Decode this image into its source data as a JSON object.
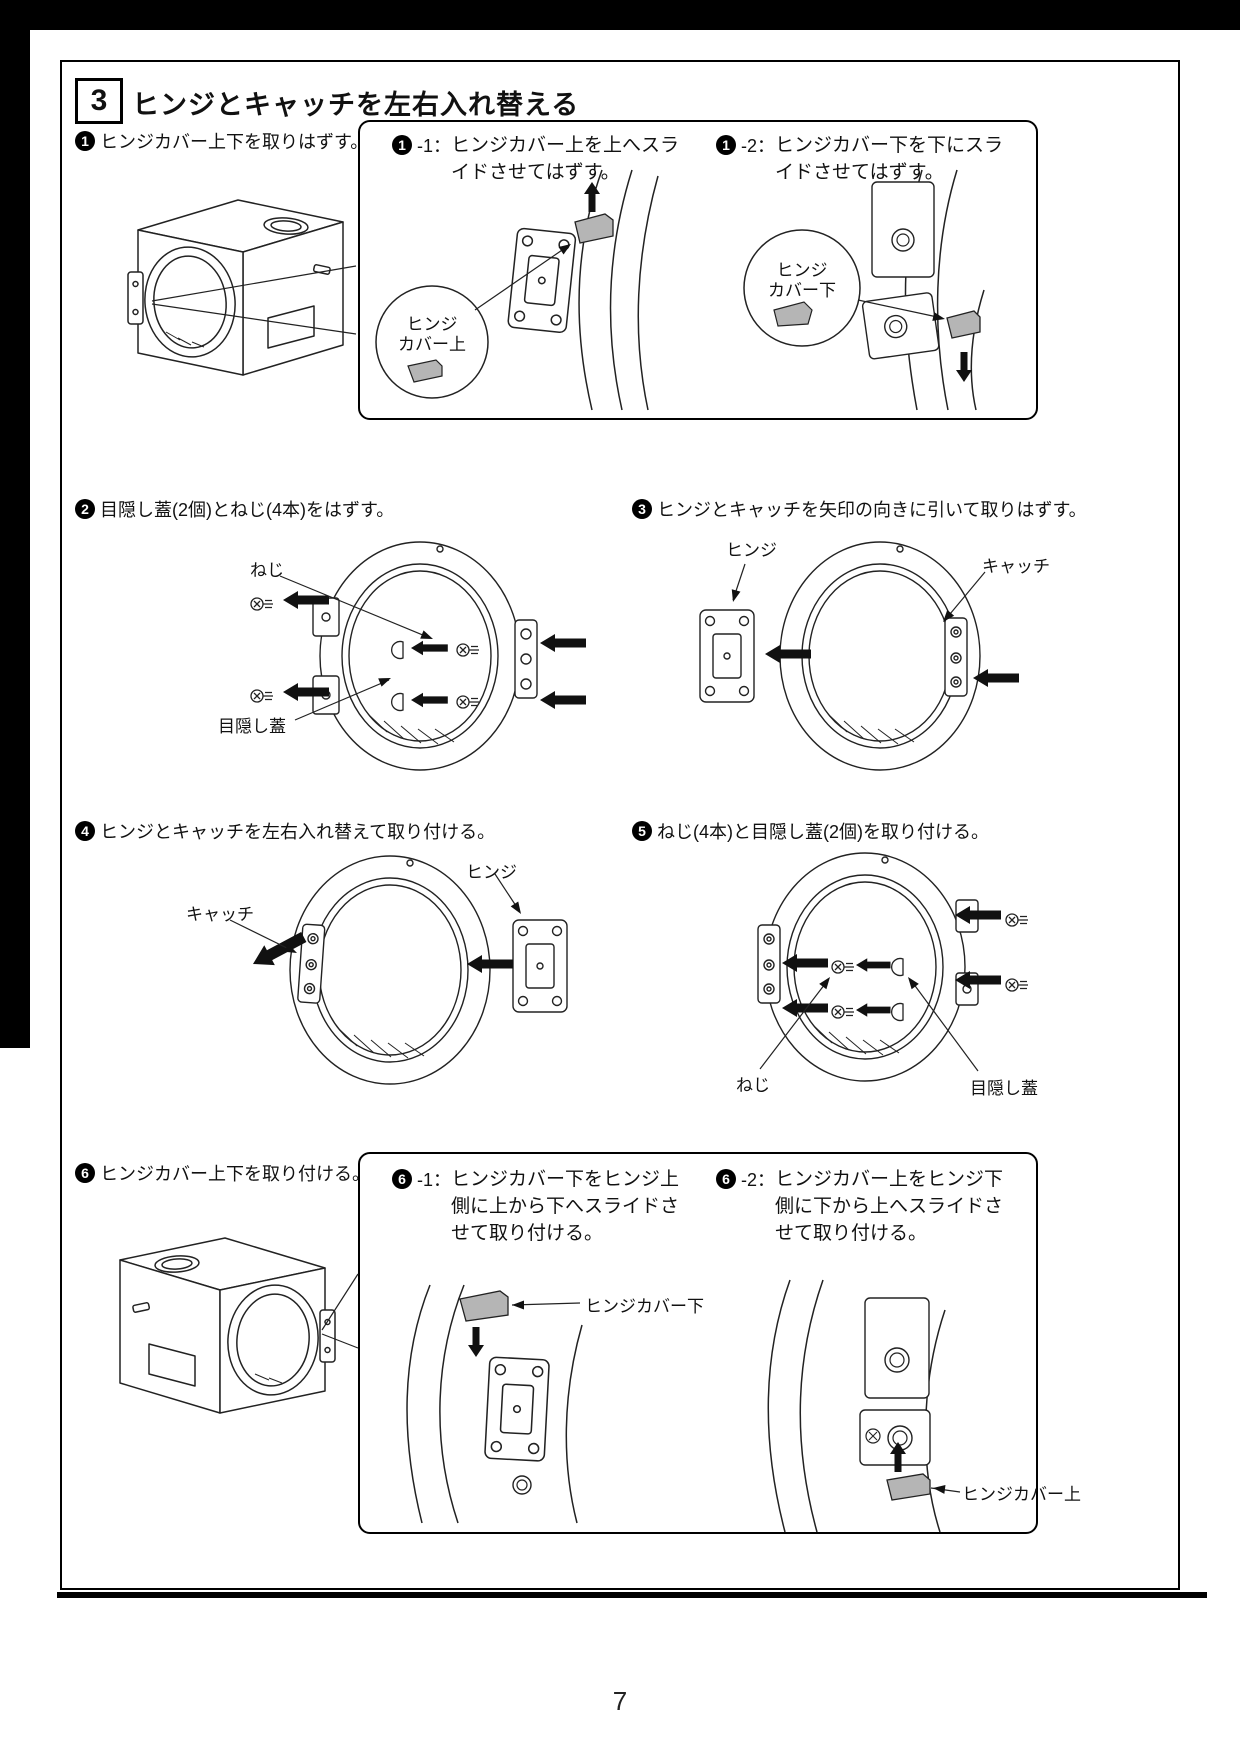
{
  "page": {
    "number": "7"
  },
  "section": {
    "number": "3",
    "title": "ヒンジとキャッチを左右入れ替える"
  },
  "steps": {
    "s1": {
      "num": "1",
      "text": "ヒンジカバー上下を取りはずす。"
    },
    "s2": {
      "num": "2",
      "text": "目隠し蓋(2個)とねじ(4本)をはずす。"
    },
    "s3": {
      "num": "3",
      "text": "ヒンジとキャッチを矢印の向きに引いて取りはずす。"
    },
    "s4": {
      "num": "4",
      "text": "ヒンジとキャッチを左右入れ替えて取り付ける。"
    },
    "s5": {
      "num": "5",
      "text": "ねじ(4本)と目隠し蓋(2個)を取り付ける。"
    },
    "s6": {
      "num": "6",
      "text": "ヒンジカバー上下を取り付ける。"
    },
    "s1_1": {
      "num": "1",
      "suffix": "-1：",
      "lines": [
        "ヒンジカバー上を上へスラ",
        "イドさせてはずす。"
      ]
    },
    "s1_2": {
      "num": "1",
      "suffix": "-2：",
      "lines": [
        "ヒンジカバー下を下にスラ",
        "イドさせてはずす。"
      ]
    },
    "s6_1": {
      "num": "6",
      "suffix": "-1：",
      "lines": [
        "ヒンジカバー下をヒンジ上",
        "側に上から下へスライドさ",
        "せて取り付ける。"
      ]
    },
    "s6_2": {
      "num": "6",
      "suffix": "-2：",
      "lines": [
        "ヒンジカバー上をヒンジ下",
        "側に下から上へスライドさ",
        "せて取り付ける。"
      ]
    }
  },
  "labels": {
    "screw": "ねじ",
    "blind_cap": "目隠し蓋",
    "hinge": "ヒンジ",
    "catch": "キャッチ",
    "hinge_cover_top": "ヒンジカバー上",
    "hinge_cover_bottom": "ヒンジカバー下",
    "callout_top": {
      "l1": "ヒンジ",
      "l2": "カバー上"
    },
    "callout_bottom": {
      "l1": "ヒンジ",
      "l2": "カバー下"
    }
  },
  "colors": {
    "ink": "#1d1d1d",
    "part_gray": "#b5b5b5"
  }
}
